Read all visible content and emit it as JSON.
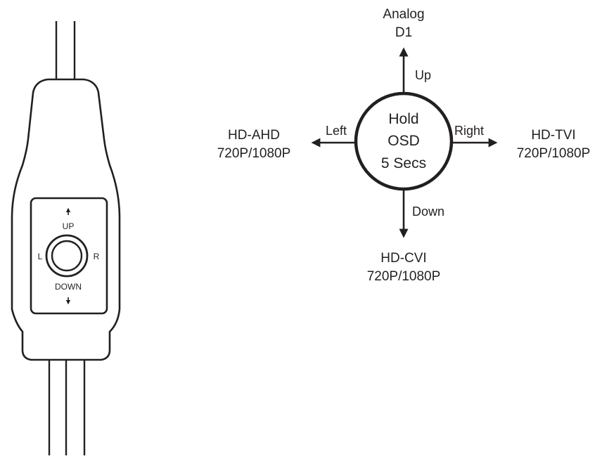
{
  "controller": {
    "up_label": "UP",
    "down_label": "DOWN",
    "left_label": "L",
    "right_label": "R"
  },
  "joystick_diagram": {
    "center": [
      "Hold",
      "OSD",
      "5 Secs"
    ],
    "arrows": {
      "up": "Up",
      "down": "Down",
      "left": "Left",
      "right": "Right"
    },
    "modes": {
      "up": [
        "Analog",
        "D1"
      ],
      "down": [
        "HD-CVI",
        "720P/1080P"
      ],
      "left": [
        "HD-AHD",
        "720P/1080P"
      ],
      "right": [
        "HD-TVI",
        "720P/1080P"
      ]
    }
  },
  "colors": {
    "ink": "#231f20",
    "background": "#ffffff"
  }
}
